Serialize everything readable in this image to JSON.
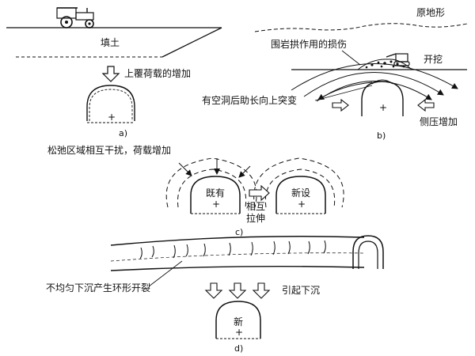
{
  "panel_a": {
    "fill_label": "填土",
    "load_label": "上覆荷载的增加",
    "caption": "a)",
    "center_mark": "+"
  },
  "panel_b": {
    "terrain_label": "原地形",
    "arch_damage_label": "围岩拱作用的损伤",
    "excavation_label": "开挖",
    "void_label": "有空洞后助长向上突变",
    "side_pressure_label": "侧压增加",
    "caption": "b)",
    "center_mark": "+"
  },
  "panel_c": {
    "interference_label": "松弛区域相互干扰，荷载增加",
    "existing_label": "既有",
    "new_label": "新设",
    "pull_label_1": "相互",
    "pull_label_2": "拉伸",
    "caption": "c)",
    "center_mark": "+"
  },
  "panel_d": {
    "crack_label": "不均匀下沉产生环形开裂",
    "settlement_label": "引起下沉",
    "new_label": "新",
    "caption": "d)",
    "center_mark": "+"
  }
}
